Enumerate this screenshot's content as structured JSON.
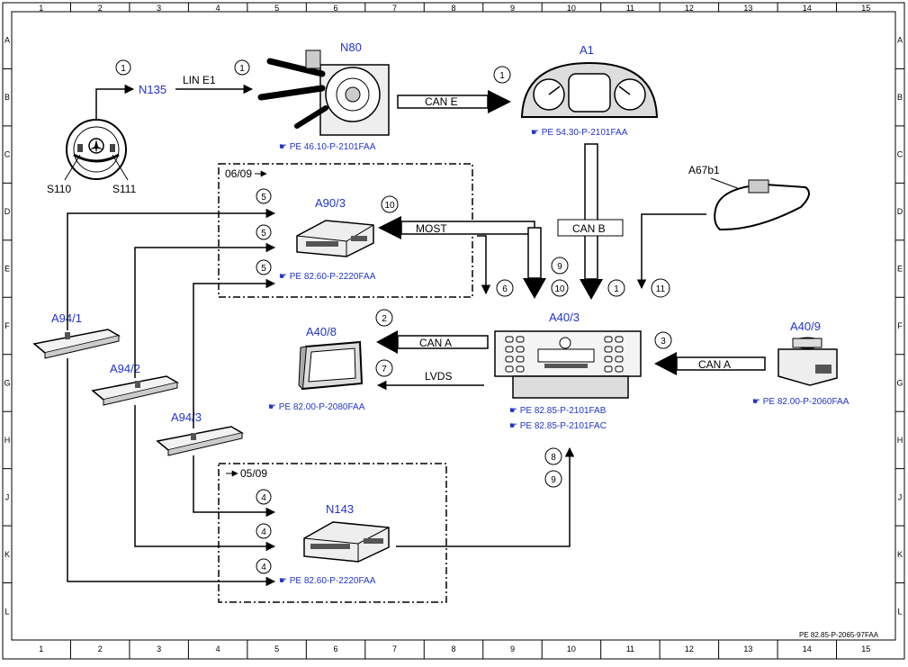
{
  "grid": {
    "columns": [
      "1",
      "2",
      "3",
      "4",
      "5",
      "6",
      "7",
      "8",
      "9",
      "10",
      "11",
      "12",
      "13",
      "14",
      "15"
    ],
    "rows": [
      "A",
      "B",
      "C",
      "D",
      "E",
      "F",
      "G",
      "H",
      "J",
      "K",
      "L"
    ]
  },
  "components": {
    "n80": "N80",
    "a1": "A1",
    "n135": "N135",
    "s110": "S110",
    "s111": "S111",
    "a67b1": "A67b1",
    "a90_3": "A90/3",
    "a40_3": "A40/3",
    "a40_8": "A40/8",
    "a40_9": "A40/9",
    "a94_1": "A94/1",
    "a94_2": "A94/2",
    "a94_3": "A94/3",
    "n143": "N143"
  },
  "buses": {
    "lin_e1": "LIN E1",
    "can_e": "CAN E",
    "can_b": "CAN B",
    "most": "MOST",
    "can_a_left": "CAN A",
    "lvds": "LVDS",
    "can_a_right": "CAN A"
  },
  "frames": {
    "upper": "06/09",
    "lower": "05/09"
  },
  "refs": {
    "n80": "PE 46.10-P-2101FAA",
    "a1": "PE 54.30-P-2101FAA",
    "a90_3": "PE 82.60-P-2220FAA",
    "a40_8": "PE 82.00-P-2080FAA",
    "a40_3_a": "PE 82.85-P-2101FAB",
    "a40_3_b": "PE 82.85-P-2101FAC",
    "a40_9": "PE 82.00-P-2060FAA",
    "n143": "PE 82.60-P-2220FAA"
  },
  "circles": {
    "c_n135": "1",
    "c_lin": "1",
    "c_cane": "1",
    "c10_most": "10",
    "c5a": "5",
    "c5b": "5",
    "c5c": "5",
    "c6": "6",
    "c9_top": "9",
    "c10_low": "10",
    "c1_canb": "1",
    "c11": "11",
    "c2": "2",
    "c7": "7",
    "c3": "3",
    "c8": "8",
    "c9_low": "9",
    "c4a": "4",
    "c4b": "4",
    "c4c": "4"
  },
  "footer_code": "PE 82.85-P-2065-97FAA"
}
